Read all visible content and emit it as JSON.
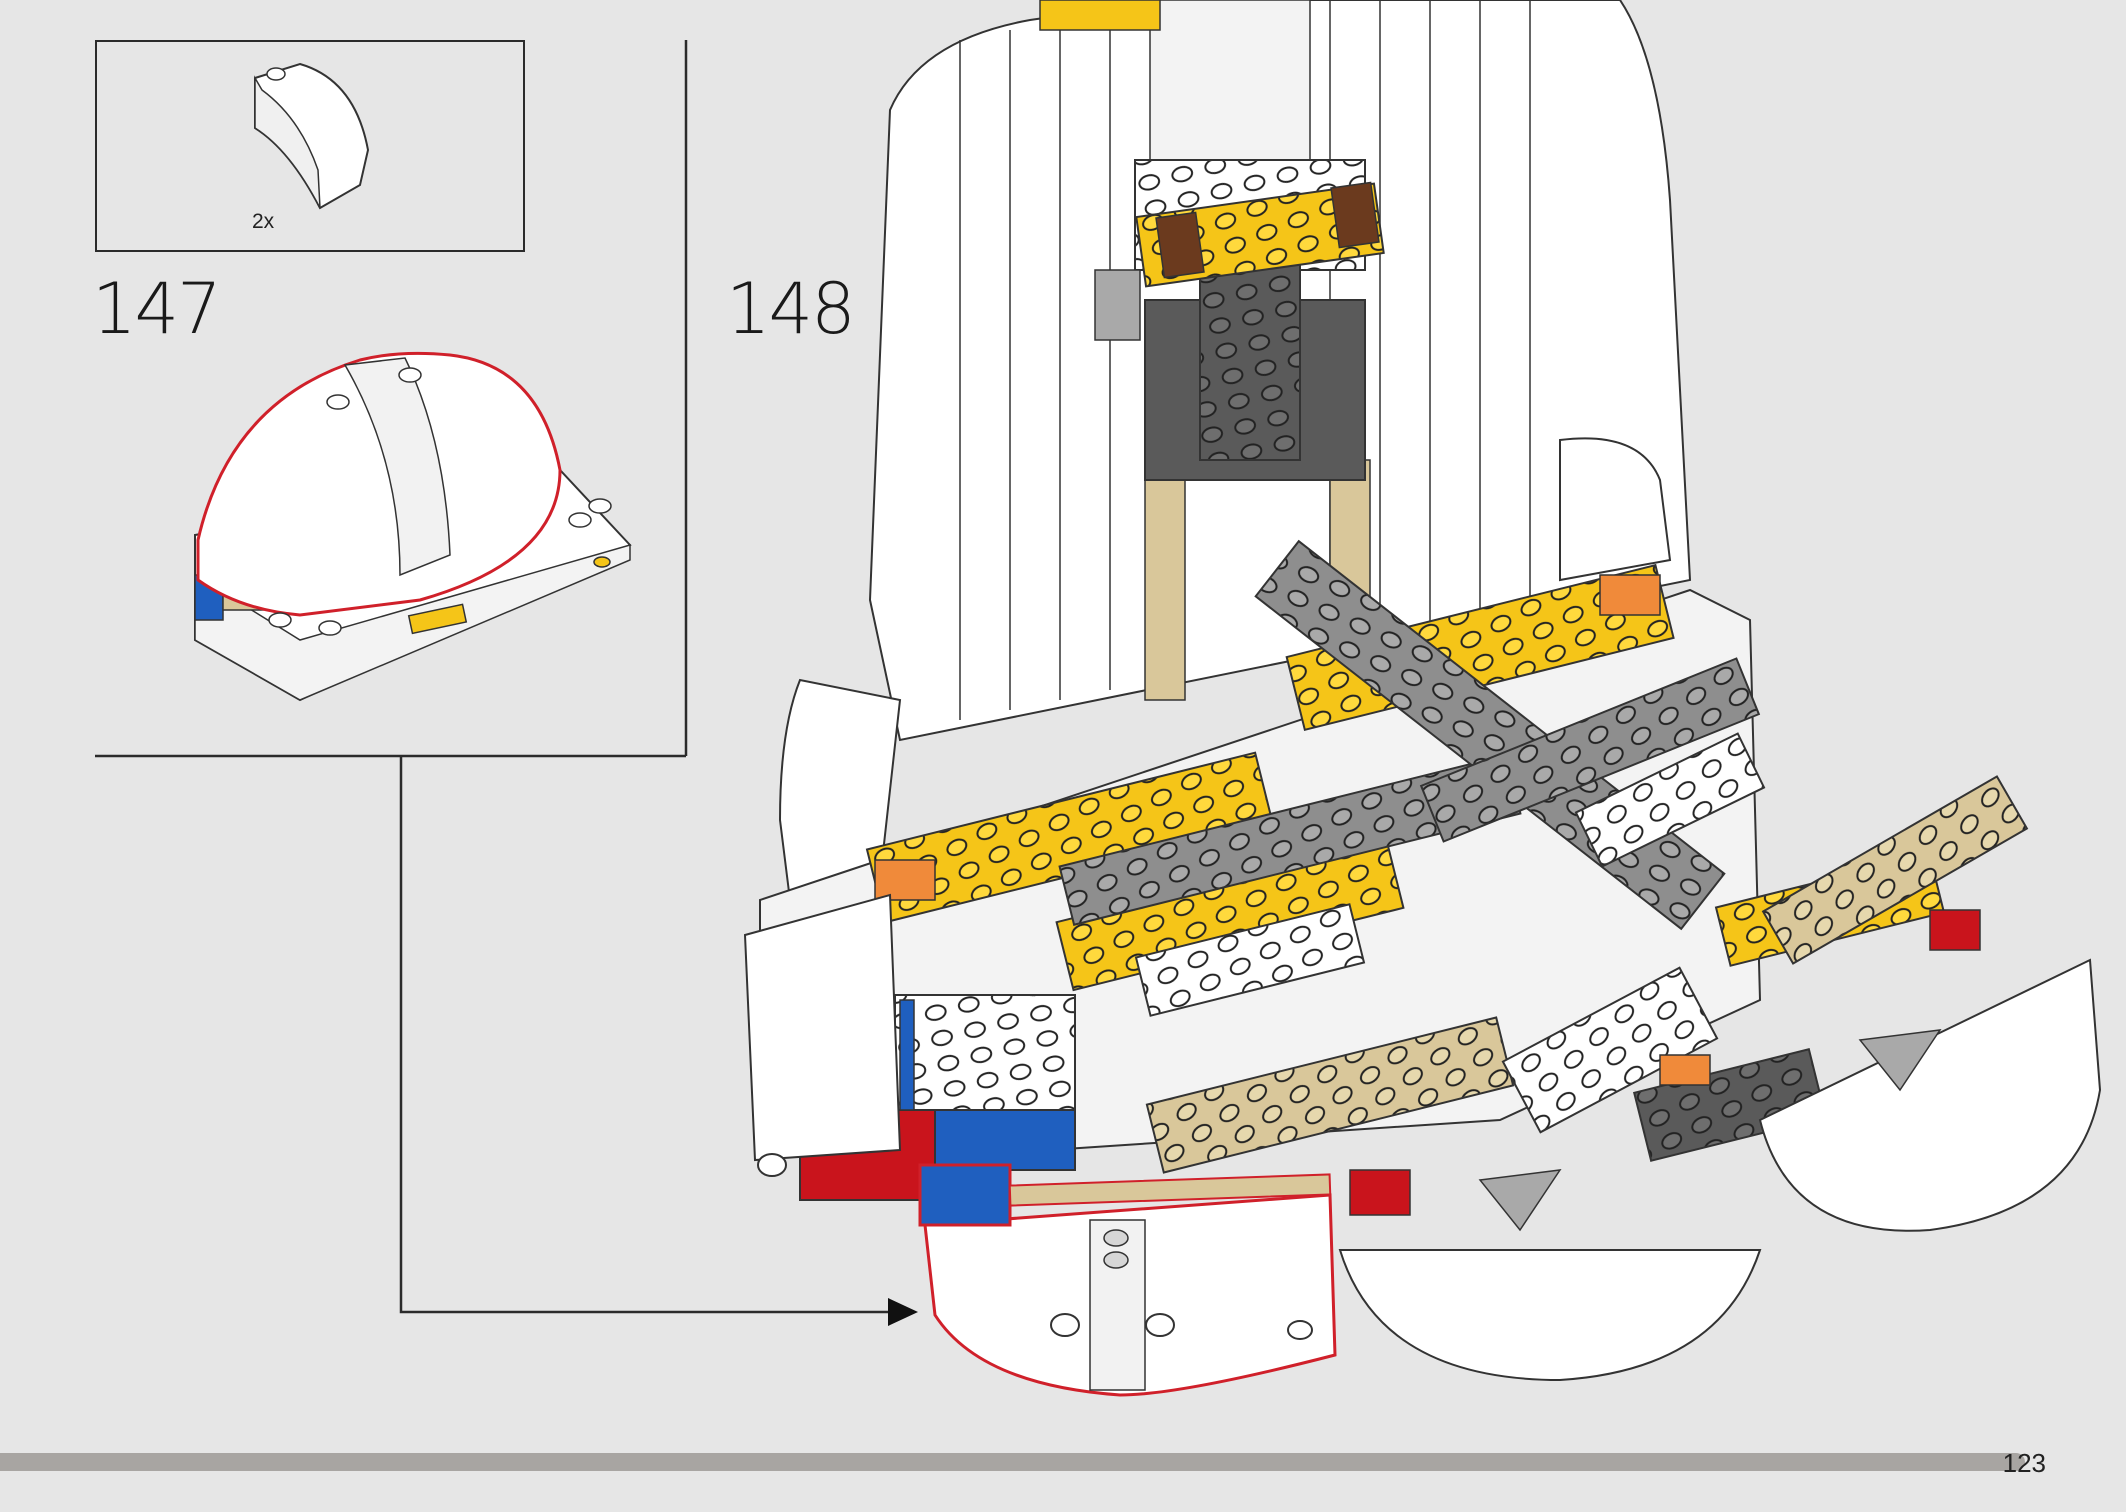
{
  "steps": [
    {
      "number": "147",
      "parts_qty": "2x"
    },
    {
      "number": "148"
    }
  ],
  "page_number": "123",
  "progress": 1.0,
  "colors": {
    "background": "#e6e6e6",
    "highlight_outline": "#d0202a",
    "brick_white": "#ffffff",
    "brick_yellow": "#f5c518",
    "brick_tan": "#d9c79a",
    "brick_gray": "#8e8e8e",
    "brick_dark_gray": "#5a5a5a",
    "brick_blue": "#1f5fbf",
    "brick_red": "#c9141c",
    "brick_orange": "#f08a3a",
    "brick_brown": "#6b3a1e",
    "progress_bar": "#a8a5a2"
  }
}
